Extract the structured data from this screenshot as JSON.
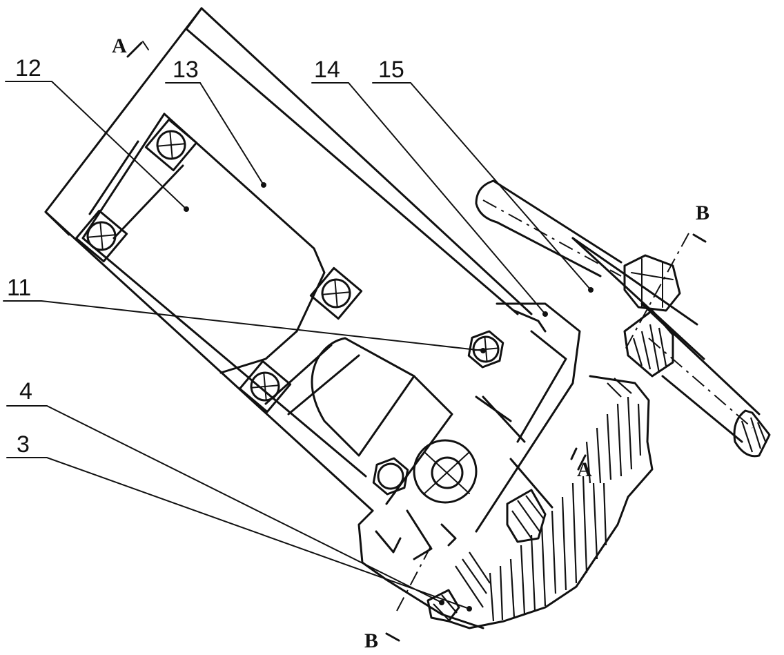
{
  "labels": {
    "part_12": "12",
    "part_13": "13",
    "part_14": "14",
    "part_15": "15",
    "part_11": "11",
    "part_4": "4",
    "part_3": "3"
  },
  "section_marks": {
    "a_top": "A",
    "a_right": "A",
    "b_top": "B",
    "b_bottom": "B"
  }
}
